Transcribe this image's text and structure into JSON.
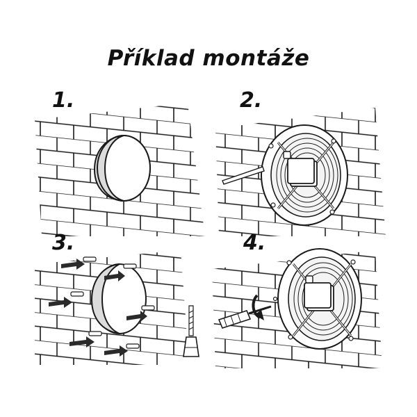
{
  "title": "Příklad montáže",
  "steps": [
    {
      "number": "1."
    },
    {
      "number": "2."
    },
    {
      "number": "3."
    },
    {
      "number": "4."
    }
  ],
  "colors": {
    "line": "#1a1a1a",
    "hole_fill": "#dcdcdc",
    "arrow_fill": "#2a2a2a",
    "background": "#ffffff"
  },
  "icons": [
    "brick-wall",
    "wall-hole",
    "axial-fan",
    "wall-plug",
    "drill-bit",
    "screwdriver",
    "rotation-arrow"
  ]
}
